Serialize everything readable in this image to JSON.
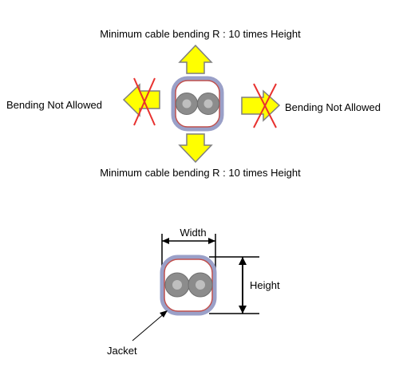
{
  "top_label": "Minimum cable bending R : 10 times Height",
  "bottom_label": "Minimum cable bending R : 10 times Height",
  "left_label": "Bending Not Allowed",
  "right_label": "Bending Not Allowed",
  "width_label": "Width",
  "height_label": "Height",
  "jacket_label": "Jacket",
  "colors": {
    "arrow_fill": "#ffff00",
    "arrow_stroke": "#7f7f7f",
    "cross": "#e8312f",
    "jacket_outer": "#9aa0c8",
    "jacket_inner": "#c0504d",
    "conductor_outer": "#8c8c8c",
    "conductor_inner": "#bfbfbf"
  }
}
